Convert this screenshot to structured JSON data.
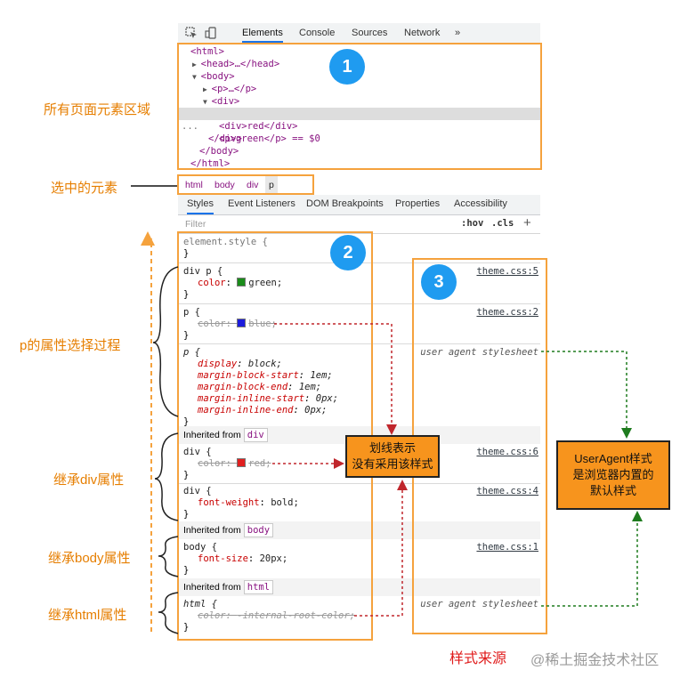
{
  "devtools": {
    "tabs": [
      "Elements",
      "Console",
      "Sources",
      "Network",
      "»"
    ],
    "active_tab": "Elements"
  },
  "dom_tree": {
    "lines": [
      {
        "text": "<html>"
      },
      {
        "text": "<head>…</head>"
      },
      {
        "text": "<body>"
      },
      {
        "text": "<p>…</p>"
      },
      {
        "text": "<div>"
      },
      {
        "text": "<p>green</p> == $0"
      },
      {
        "text": "<div>red</div>"
      },
      {
        "text": "</div>"
      },
      {
        "text": "</body>"
      },
      {
        "text": "</html>"
      }
    ],
    "ellipsis": "..."
  },
  "breadcrumb": [
    "html",
    "body",
    "div",
    "p"
  ],
  "style_tabs": [
    "Styles",
    "Event Listeners",
    "DOM Breakpoints",
    "Properties",
    "Accessibility"
  ],
  "filter": {
    "placeholder": "Filter",
    "hov": ":hov",
    "cls": ".cls",
    "plus": "+"
  },
  "rules": {
    "element_style": {
      "open": "element.style {",
      "close": "}"
    },
    "div_p": {
      "selector": "div p {",
      "prop": "color",
      "value": "green;",
      "source": "theme.css:5",
      "swatch": "#1a8c1a"
    },
    "p_blue": {
      "selector": "p {",
      "prop": "color",
      "value": "blue;",
      "source": "theme.css:2",
      "swatch": "#1c1cdc"
    },
    "p_ua": {
      "selector": "p {",
      "source": "user agent stylesheet",
      "decls": [
        {
          "prop": "display",
          "value": "block;"
        },
        {
          "prop": "margin-block-start",
          "value": "1em;"
        },
        {
          "prop": "margin-block-end",
          "value": "1em;"
        },
        {
          "prop": "margin-inline-start",
          "value": "0px;"
        },
        {
          "prop": "margin-inline-end",
          "value": "0px;"
        }
      ]
    },
    "inherited_div": {
      "label": "Inherited from",
      "tag": "div"
    },
    "div_red": {
      "selector": "div {",
      "prop": "color",
      "value": "red;",
      "source": "theme.css:6",
      "swatch": "#e02020"
    },
    "div_bold": {
      "selector": "div {",
      "prop": "font-weight",
      "value": "bold;",
      "source": "theme.css:4"
    },
    "inherited_body": {
      "label": "Inherited from",
      "tag": "body"
    },
    "body_size": {
      "selector": "body {",
      "prop": "font-size",
      "value": "20px;",
      "source": "theme.css:1"
    },
    "inherited_html": {
      "label": "Inherited from",
      "tag": "html"
    },
    "html_ua": {
      "selector": "html {",
      "prop": "color",
      "value": "-internal-root-color;",
      "source": "user agent stylesheet"
    },
    "close": "}"
  },
  "annotations": {
    "all_elements": "所有页面元素区域",
    "selected": "选中的元素",
    "p_process": "p的属性选择过程",
    "inherit_div": "继承div属性",
    "inherit_body": "继承body属性",
    "inherit_html": "继承html属性",
    "strike_note_1": "划线表示",
    "strike_note_2": "没有采用该样式",
    "ua_note_1": "UserAgent样式",
    "ua_note_2": "是浏览器内置的",
    "ua_note_3": "默认样式",
    "source_label": "样式来源",
    "badge_1": "1",
    "badge_2": "2",
    "badge_3": "3"
  },
  "watermark": "@稀土掘金技术社区",
  "colors": {
    "orange": "#f5a23d",
    "blue_badge": "#1f9bf0",
    "note_fill": "#f7941d",
    "red_dash": "#c0262c",
    "green_dash": "#1e7b1e"
  }
}
